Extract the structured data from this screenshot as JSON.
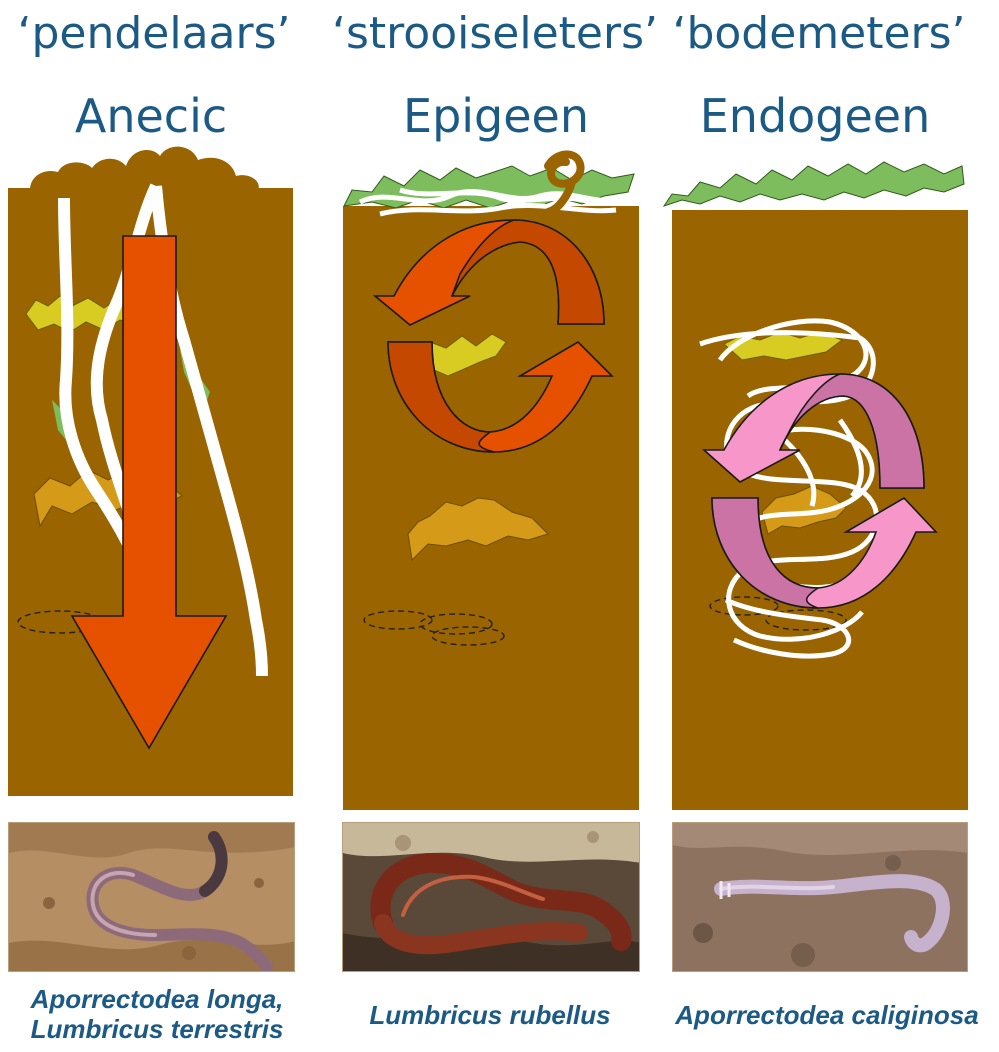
{
  "columns": [
    {
      "nickname": "‘pendelaars’",
      "type": "Anecic",
      "species_lines": [
        "Aporrectodea longa,",
        "Lumbricus terrestris"
      ],
      "photo_name": "earthworm-photo-anecic",
      "movement": "vertical"
    },
    {
      "nickname": "‘strooiseleters’",
      "type": "Epigeen",
      "species_lines": [
        "Lumbricus rubellus"
      ],
      "photo_name": "earthworm-photo-epigeic",
      "movement": "surface-cycle"
    },
    {
      "nickname": "‘bodemeters’",
      "type": "Endogeen",
      "species_lines": [
        "Aporrectodea caliginosa"
      ],
      "photo_name": "earthworm-photo-endogeic",
      "movement": "subsurface-cycle"
    }
  ],
  "colors": {
    "title": "#1c5a86",
    "soil": "#9a6400",
    "litter": "#7dbd5d",
    "litter_buried": "#d8cc22",
    "litter_deep": "#d49a18",
    "arrow_orange": "#e65100",
    "arrow_orange_dark": "#c44800",
    "arrow_pink": "#f797c9",
    "arrow_pink_dark": "#cc73a6",
    "burrow": "#ffffff"
  }
}
